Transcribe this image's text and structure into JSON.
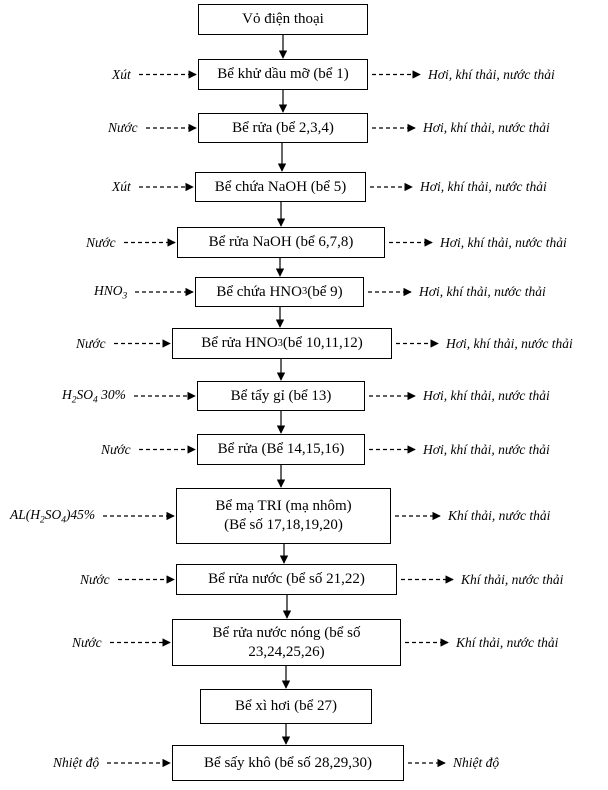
{
  "steps": [
    {
      "label": "Vỏ điện thoại"
    },
    {
      "label": "Bể khử dầu mỡ (bể 1)",
      "input": "Xút",
      "output": "Hơi, khí thải, nước thải"
    },
    {
      "label": "Bể rửa (bể 2,3,4)",
      "input": "Nước",
      "output": "Hơi, khí thải, nước thải"
    },
    {
      "label": "Bể chứa NaOH (bể 5)",
      "input": "Xút",
      "output": "Hơi, khí thải, nước thải"
    },
    {
      "label": "Bể rửa NaOH (bể 6,7,8)",
      "input": "Nước",
      "output": "Hơi, khí thải, nước thải"
    },
    {
      "label": "Bể chứa HNO₃ (bể 9)",
      "input": "HNO₃",
      "output": "Hơi, khí thải, nước thải"
    },
    {
      "label": "Bể rửa HNO₃ (bể 10,11,12)",
      "input": "Nước",
      "output": "Hơi, khí thải, nước thải"
    },
    {
      "label": "Bể tẩy gỉ (bể 13)",
      "input": "H₂SO₄ 30%",
      "output": "Hơi, khí thải, nước thải"
    },
    {
      "label": "Bể rửa (Bể 14,15,16)",
      "input": "Nước",
      "output": "Hơi, khí thải, nước thải"
    },
    {
      "label": "Bể mạ TRI (mạ nhôm)\n(Bể số 17,18,19,20)",
      "input": "AL(H₂SO₄)45%",
      "output": "Khí thải, nước thải"
    },
    {
      "label": "Bể rửa nước (bể số 21,22)",
      "input": "Nước",
      "output": "Khí thải, nước thải"
    },
    {
      "label": "Bể rửa nước nóng (bể số\n23,24,25,26)",
      "input": "Nước",
      "output": "Khí thải, nước thải"
    },
    {
      "label": "Bể xì hơi (bể 27)"
    },
    {
      "label": "Bể sấy khô (bể số 28,29,30)",
      "input": "Nhiệt độ",
      "output": "Nhiệt độ"
    }
  ]
}
